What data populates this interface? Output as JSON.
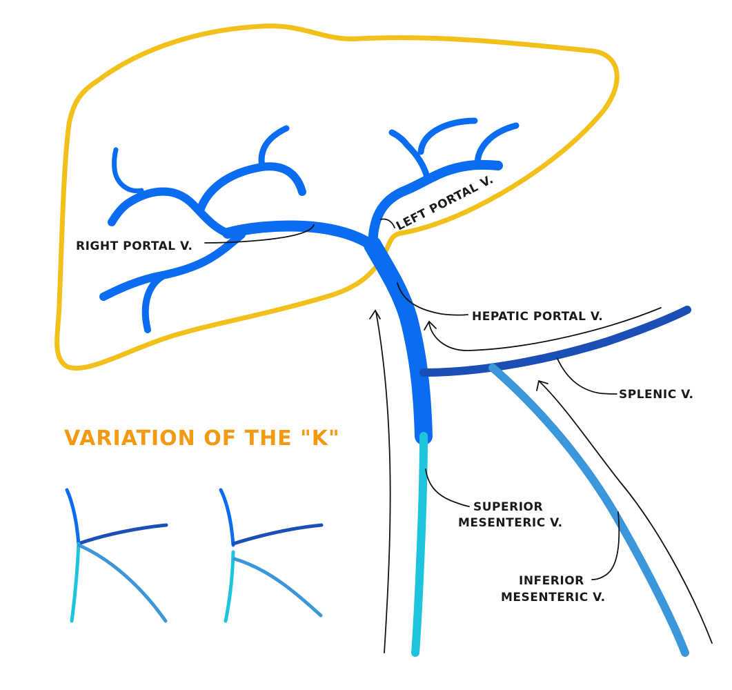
{
  "colors": {
    "liver_outline": "#F2C01A",
    "portal_vein": "#0A6CF0",
    "splenic_vein": "#1B4FB5",
    "superior_mesenteric_vein": "#1EC4DE",
    "inferior_mesenteric_vein": "#3B97DA",
    "title_color": "#F39A12",
    "text_color": "#1A1A1A"
  },
  "labels": {
    "right_portal": "RIGHT PORTAL V.",
    "left_portal": "LEFT PORTAL V.",
    "hepatic_portal": "HEPATIC PORTAL V.",
    "splenic": "SPLENIC V.",
    "superior_mesenteric_line1": "SUPERIOR",
    "superior_mesenteric_line2": "MESENTERIC V.",
    "inferior_mesenteric_line1": "INFERIOR",
    "inferior_mesenteric_line2": "MESENTERIC V."
  },
  "variation_title": "VARIATION OF THE \"K\""
}
